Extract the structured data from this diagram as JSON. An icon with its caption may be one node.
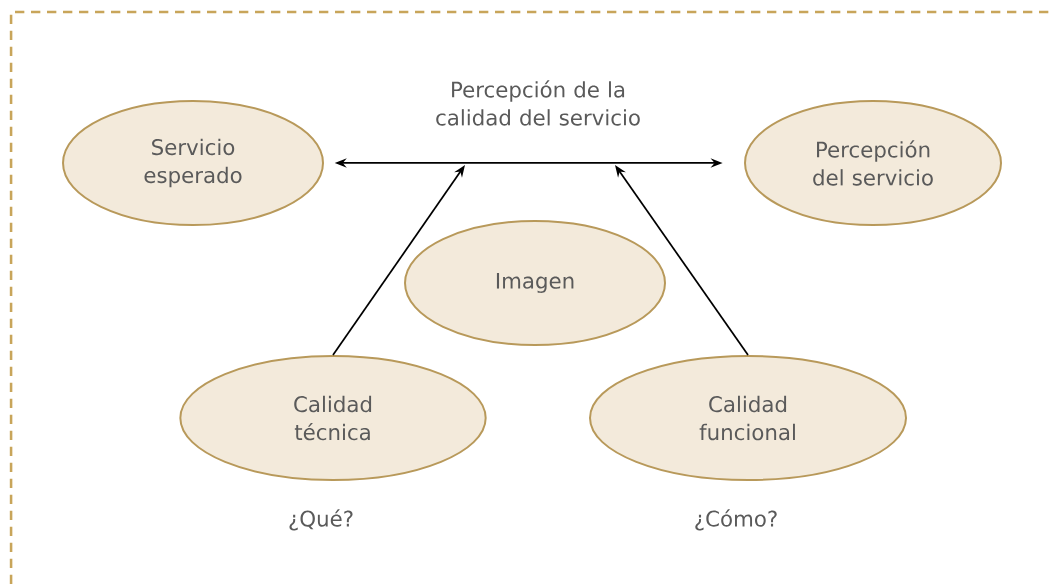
{
  "diagram": {
    "nodes": [
      {
        "text": [
          "Servicio esperado"
        ]
      },
      {
        "text": [
          "Percepción del servicio"
        ]
      },
      {
        "text": [
          "Imagen"
        ]
      },
      {
        "text": [
          "Calidad técnica"
        ],
        "beside": [
          "¿Qué?"
        ]
      },
      {
        "text": [
          "Calidad funcional"
        ],
        "beside": [
          "¿Cómo?"
        ]
      }
    ],
    "edges": [
      {
        "from": 0,
        "to": 1,
        "arrow": "both",
        "label": "Percepción de la calidad del servicio"
      },
      {
        "from": 3,
        "to": null,
        "arrow": "to"
      },
      {
        "from": 4,
        "to": null,
        "arrow": "to"
      }
    ]
  }
}
